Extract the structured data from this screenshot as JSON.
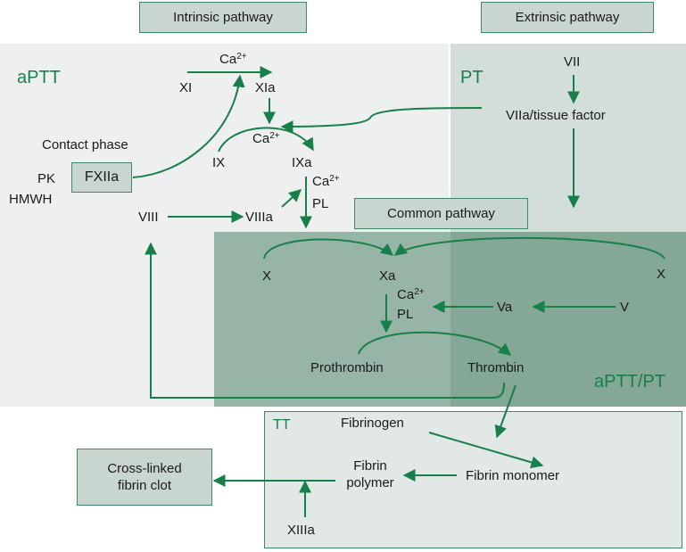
{
  "headers": {
    "intrinsic": "Intrinsic pathway",
    "extrinsic": "Extrinsic pathway",
    "common": "Common pathway"
  },
  "regions": {
    "aptt": "aPTT",
    "pt": "PT",
    "aptt_pt": "aPTT/PT",
    "tt": "TT"
  },
  "labels": {
    "contact_phase": "Contact phase",
    "pk": "PK",
    "hmwh": "HMWH",
    "fxiia": "FXIIa",
    "xi": "XI",
    "xia": "XIa",
    "ix": "IX",
    "ixa": "IXa",
    "viii": "VIII",
    "viiia": "VIIIa",
    "vii": "VII",
    "viia_tf": "VIIa/tissue factor",
    "x_left": "X",
    "xa": "Xa",
    "x_right": "X",
    "va": "Va",
    "v": "V",
    "pl_1": "PL",
    "pl_2": "PL",
    "prothrombin": "Prothrombin",
    "thrombin": "Thrombin",
    "fibrinogen": "Fibrinogen",
    "fibrin_monomer": "Fibrin monomer",
    "fibrin_polymer": "Fibrin\npolymer",
    "xiiia": "XIIIa",
    "crosslinked": "Cross-linked\nfibrin clot"
  },
  "ca": {
    "base": "Ca",
    "sup": "2+"
  },
  "colors": {
    "arrow": "#17804a",
    "intrinsic_bg": "#eeefef",
    "extrinsic_bg": "#d4ded9",
    "common_bg": "#97b5a6",
    "overlap_bg": "#84a796",
    "tt_bg": "#e2e8e5",
    "header_bg": "#c9d6d0"
  }
}
